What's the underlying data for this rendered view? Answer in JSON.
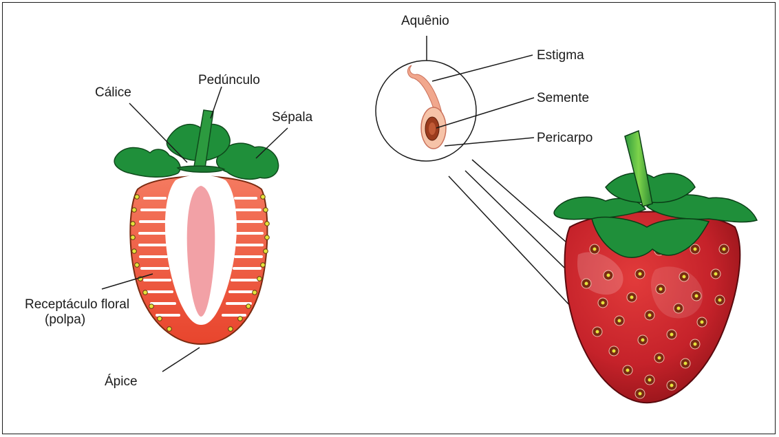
{
  "labels": {
    "pedunculo": "Pedúnculo",
    "calice": "Cálice",
    "sepala": "Sépala",
    "receptaculo_line1": "Receptáculo floral",
    "receptaculo_line2": "(polpa)",
    "apice": "Ápice",
    "aquenio": "Aquênio",
    "estigma": "Estigma",
    "semente": "Semente",
    "pericarpo": "Pericarpo"
  },
  "colors": {
    "leaf": "#1f8f3a",
    "leaf_light": "#2fa84a",
    "flesh_red": "#e8553c",
    "flesh_light": "#f7b3a6",
    "core": "#f3a0a8",
    "berry_red": "#c9242b",
    "berry_dark": "#8e1418",
    "seed": "#e6e23a",
    "seed_brown": "#7a3a12",
    "pericarp": "#f6c3a8",
    "seed_fill": "#9b3b1d",
    "stigma": "#f1a78d"
  }
}
